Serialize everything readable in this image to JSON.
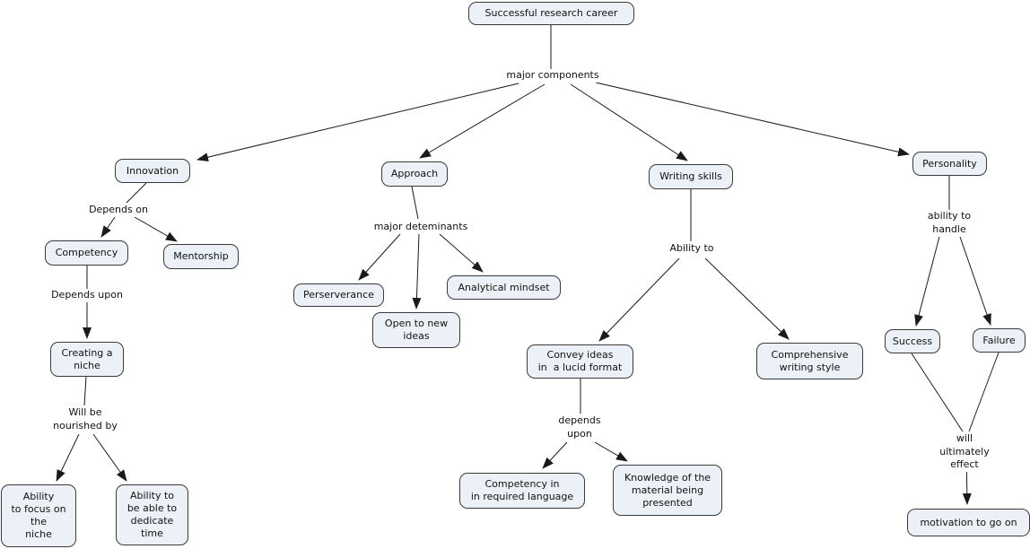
{
  "colors": {
    "node-fill": "#ebf1f6",
    "node-border": "#3a3a3a",
    "line-color": "#1a1a1a"
  },
  "nodes": {
    "root": "Successful research career",
    "innovation": "Innovation",
    "competency": "Competency",
    "mentorship": "Mentorship",
    "creating_a_niche": "Creating a\nniche",
    "ability_to_focus": "Ability\nto focus on\nthe\nniche",
    "ability_to_dedicate": "Ability to\nbe able to\ndedicate\ntime",
    "approach": "Approach",
    "perserverance": "Perserverance",
    "open_to_new_ideas": "Open to new\nideas",
    "analytical_mindset": "Analytical mindset",
    "writing_skills": "Writing skills",
    "convey_ideas": "Convey ideas\nin  a lucid format",
    "comprehensive_writing_style": "Comprehensive\nwriting style",
    "competency_in_language": "Competency in\nin required language",
    "knowledge_of_material": "Knowledge of the\nmaterial being\npresented",
    "personality": "Personality",
    "success": "Success",
    "failure": "Failure",
    "motivation_to_go_on": "motivation to go on"
  },
  "labels": {
    "major_components": "major components",
    "depends_on": "Depends on",
    "depends_upon": "Depends upon",
    "will_be_nourished_by": "Will be\nnourished by",
    "major_deteminants": "major deteminants",
    "ability_to": "Ability to",
    "depends_upon_2": "depends\nupon",
    "ability_to_handle": "ability to\nhandle",
    "will_ultimately_effect": "will ultimately effect"
  }
}
